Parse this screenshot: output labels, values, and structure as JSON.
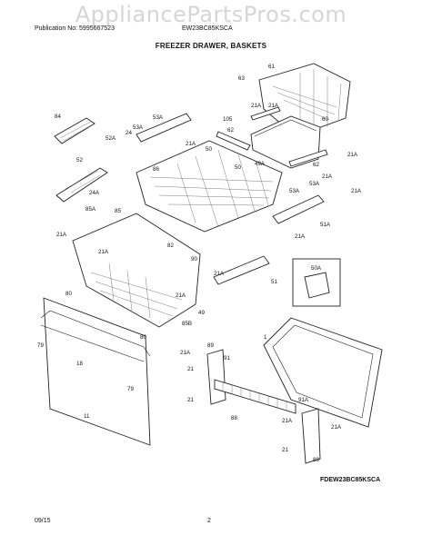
{
  "watermark": "AppliancePartsPros.com",
  "header": {
    "publication": "Publication No: 5995667523",
    "model": "EW23BC85KSCA",
    "title": "FREEZER DRAWER, BASKETS"
  },
  "callouts": [
    "61",
    "63",
    "84",
    "53A",
    "53A",
    "52A",
    "24",
    "21A",
    "21A",
    "105",
    "62",
    "60",
    "21A",
    "52",
    "24A",
    "50",
    "86",
    "21A",
    "49A",
    "50",
    "62",
    "21A",
    "21A",
    "85A",
    "85",
    "53A",
    "53A",
    "82",
    "21A",
    "21A",
    "51A",
    "21A",
    "90",
    "21A",
    "50A",
    "51",
    "80",
    "21A",
    "49",
    "85B",
    "79",
    "80",
    "1",
    "18",
    "21A",
    "89",
    "91",
    "21",
    "21",
    "79",
    "91A",
    "88",
    "21A",
    "11",
    "21A",
    "21",
    "89"
  ],
  "footer": {
    "code": "FDEW23BC85KSCA",
    "date": "09/15",
    "page": "2"
  }
}
